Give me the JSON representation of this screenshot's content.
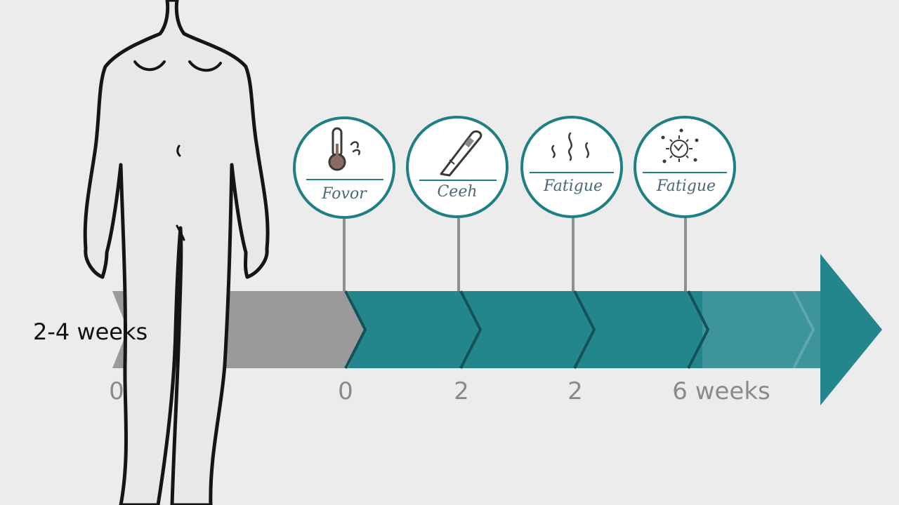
{
  "colors": {
    "background": "#ececec",
    "teal": "#23868c",
    "teal_dark": "#14525a",
    "gray_segment": "#9a9a9a",
    "stem": "#8f8f8f",
    "figure_fill": "#e8e8e8",
    "figure_stroke": "#151515",
    "circle_stroke": "#1f7f82"
  },
  "timeline": {
    "range_label": "2-4 weeks",
    "tick_labels": [
      "0",
      "0",
      "2",
      "2",
      "6 weeks"
    ]
  },
  "symptoms": [
    {
      "label": "Fovor",
      "icon": "thermometer-icon"
    },
    {
      "label": "Ceeh",
      "icon": "digital-thermometer-icon"
    },
    {
      "label": "Fatigue",
      "icon": "squiggle-lines-icon"
    },
    {
      "label": "Fatigue",
      "icon": "virus-icon"
    }
  ]
}
